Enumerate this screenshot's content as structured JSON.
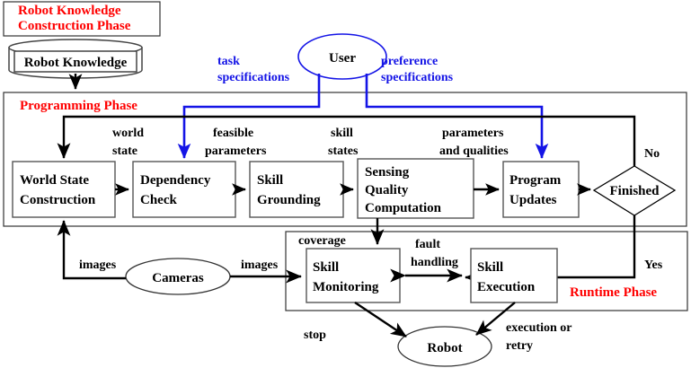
{
  "title": "Robot programming system architecture flow diagram",
  "phases": [
    {
      "id": "knowledge",
      "label": "Robot Knowledge\nConstruction Phase",
      "line1": "Robot Knowledge",
      "line2": "Construction Phase",
      "color": "#ff0000"
    },
    {
      "id": "programming",
      "label": "Programming Phase",
      "color": "#ff0000"
    },
    {
      "id": "runtime",
      "label": "Runtime Phase",
      "color": "#ff0000"
    }
  ],
  "nodes": {
    "robot_knowledge": "Robot Knowledge",
    "user": "User",
    "world_state_construction_l1": "World State",
    "world_state_construction_l2": "Construction",
    "dependency_check_l1": "Dependency",
    "dependency_check_l2": "Check",
    "skill_grounding_l1": "Skill",
    "skill_grounding_l2": "Grounding",
    "sensing_quality_l1": "Sensing",
    "sensing_quality_l2": "Quality",
    "sensing_quality_l3": "Computation",
    "program_updates_l1": "Program",
    "program_updates_l2": "Updates",
    "finished": "Finished",
    "cameras": "Cameras",
    "skill_monitoring_l1": "Skill",
    "skill_monitoring_l2": "Monitoring",
    "skill_execution_l1": "Skill",
    "skill_execution_l2": "Execution",
    "robot": "Robot"
  },
  "edge_labels": {
    "task_specifications_l1": "task",
    "task_specifications_l2": "specifications",
    "preference_specifications_l1": "preference",
    "preference_specifications_l2": "specifications",
    "world_state_l1": "world",
    "world_state_l2": "state",
    "feasible_parameters_l1": "feasible",
    "feasible_parameters_l2": "parameters",
    "skill_states_l1": "skill",
    "skill_states_l2": "states",
    "parameters_qualities_l1": "parameters",
    "parameters_qualities_l2": "and qualities",
    "no": "No",
    "yes": "Yes",
    "images_left": "images",
    "images_right": "images",
    "coverage": "coverage",
    "fault_handling_l1": "fault",
    "fault_handling_l2": "handling",
    "stop": "stop",
    "execution_retry_l1": "execution or",
    "execution_retry_l2": "retry"
  },
  "colors": {
    "phase_red": "#ff0000",
    "spec_blue": "#1414e6",
    "flow_black": "#000000",
    "box_stroke": "#555555",
    "background": "#ffffff"
  }
}
